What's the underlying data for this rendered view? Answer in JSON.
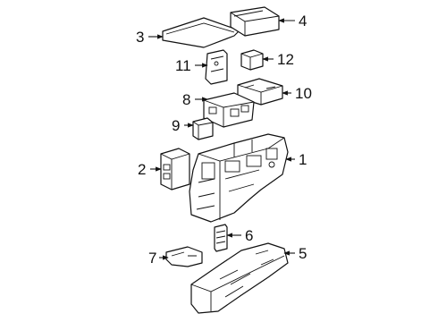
{
  "callouts": {
    "c1": "1",
    "c2": "2",
    "c3": "3",
    "c4": "4",
    "c5": "5",
    "c6": "6",
    "c7": "7",
    "c8": "8",
    "c9": "9",
    "c10": "10",
    "c11": "11",
    "c12": "12"
  },
  "style": {
    "line_color": "#111111",
    "fill_color": "#ffffff"
  }
}
